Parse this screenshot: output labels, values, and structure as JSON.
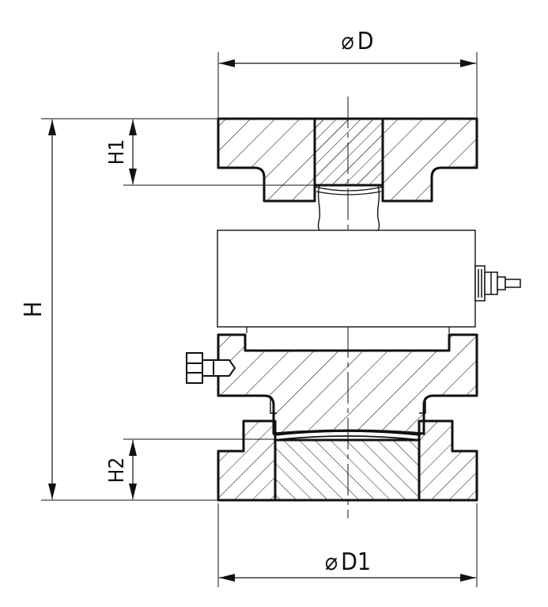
{
  "dimensions": {
    "D": {
      "label": "D",
      "symbol": "⌀"
    },
    "D1": {
      "label": "D1",
      "symbol": "⌀"
    },
    "H": {
      "label": "H"
    },
    "H1": {
      "label": "H1"
    },
    "H2": {
      "label": "H2"
    }
  },
  "colors": {
    "line": "#111111",
    "background": "#ffffff"
  }
}
